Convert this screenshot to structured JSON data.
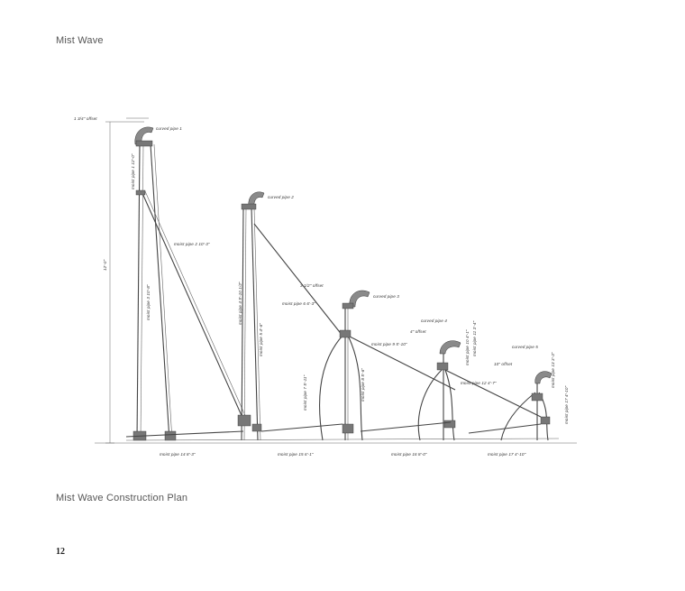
{
  "page": {
    "header": "Mist Wave",
    "caption": "Mist Wave Construction Plan",
    "page_number": "12"
  },
  "labels": {
    "offset_top": "1 3/4\" offset",
    "curved_pipe_1": "curved pipe 1",
    "curved_pipe_2": "curved pipe 2",
    "curved_pipe_3": "curved pipe 3",
    "curved_pipe_4": "curved pipe 4",
    "curved_pipe_5": "curved pipe 5",
    "height": "12'-0\"",
    "pipe_1": "moist pipe 1 12'-0\"",
    "pipe_2": "moist pipe 2 10'-3\"",
    "pipe_3": "moist pipe 3 10'-8\"",
    "pipe_4": "moist pipe 4 9'-10 1/2\"",
    "pipe_5": "moist pipe 5 4'-6\"",
    "pipe_6": "moist pipe 6 6'-3\"",
    "offset_3": "3 1/2\" offset",
    "pipe_7": "moist pipe 7 5'-11\"",
    "pipe_8": "moist pipe 8 5'-6\"",
    "pipe_9": "moist pipe 9 5'-10\"",
    "offset_4": "4\" offset",
    "pipe_10": "moist pipe 10 4'-1\"",
    "pipe_11": "moist pipe 11 3'-4\"",
    "pipe_12": "moist pipe 12 4'-7\"",
    "offset_5": "10\" offset",
    "pipe_13": "moist pipe 13 3'-3\"",
    "pipe_14": "moist pipe 14 8'-3\"",
    "pipe_15": "moist pipe 15 6'-1\"",
    "pipe_16": "moist pipe 16 8'-0\"",
    "pipe_17": "moist pipe 17 4'-10\""
  }
}
